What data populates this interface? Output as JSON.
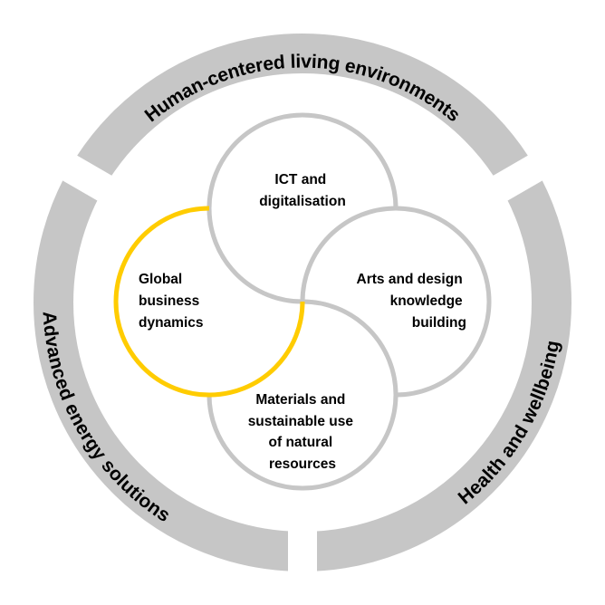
{
  "colors": {
    "ring": "#c6c6c6",
    "circle": "#c6c6c6",
    "highlight": "#ffcc00",
    "text": "#000000"
  },
  "ring": {
    "top": "Human-centered living environments",
    "left": "Advanced energy solutions",
    "right": "Health and wellbeing"
  },
  "circles": {
    "ict": {
      "lines": [
        "ICT and",
        "digitalisation"
      ]
    },
    "global": {
      "lines": [
        "Global",
        "business",
        "dynamics"
      ],
      "highlighted": true
    },
    "arts": {
      "lines": [
        "Arts and design",
        "knowledge",
        "building"
      ]
    },
    "materials": {
      "lines": [
        "Materials and",
        "sustainable use",
        "of natural",
        "resources"
      ]
    }
  }
}
